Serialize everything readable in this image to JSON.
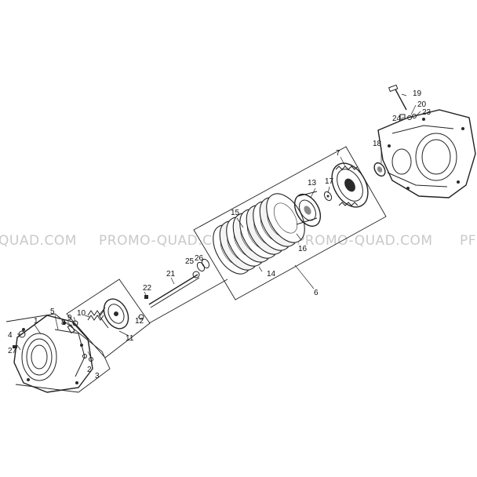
{
  "watermark": {
    "text": "PROMO-QUAD.COM",
    "left_fragment": "QUAD.COM",
    "right_fragment": "PF"
  },
  "callouts": [
    "1",
    "2",
    "3",
    "4",
    "5",
    "6",
    "7",
    "8",
    "9",
    "10",
    "11",
    "12",
    "13",
    "14",
    "15",
    "16",
    "17",
    "18",
    "19",
    "20",
    "21",
    "22",
    "23",
    "24",
    "25",
    "26",
    "27"
  ],
  "colors": {
    "ink": "#222222",
    "watermark": "#c9c9c9",
    "background": "#ffffff"
  }
}
